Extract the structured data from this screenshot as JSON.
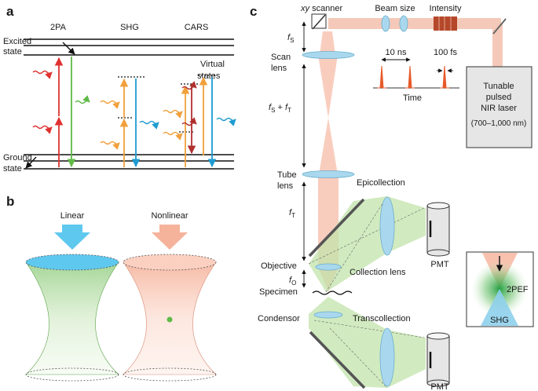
{
  "panels": {
    "a": "a",
    "b": "b",
    "c": "c"
  },
  "panel_a": {
    "modes": [
      "2PA",
      "SHG",
      "CARS"
    ],
    "excited_state": [
      "Excited",
      "state"
    ],
    "ground_state": [
      "Ground",
      "state"
    ],
    "virtual_states": [
      "Virtual",
      "states"
    ]
  },
  "panel_b": {
    "linear": "Linear",
    "nonlinear": "Nonlinear"
  },
  "panel_c": {
    "xy": "xy",
    "scanner": "scanner",
    "beam_size": "Beam size",
    "intensity": "Intensity",
    "fs_sub": "S",
    "scan_lens": [
      "Scan",
      "lens"
    ],
    "pulse_spacing": "10 ns",
    "pulse_width": "100 fs",
    "time": "Time",
    "laser": [
      "Tunable",
      "pulsed",
      "NIR laser",
      "(700–1,000 nm)"
    ],
    "fsft_s": "S",
    "fsft_t": "T",
    "tube_lens": [
      "Tube",
      "lens"
    ],
    "epicollection": "Epicollection",
    "ft_sub": "T",
    "pmt_top": "PMT",
    "objective": "Objective",
    "fo_sub": "O",
    "collection_lens": "Collection lens",
    "specimen": "Specimen",
    "condensor": "Condensor",
    "transcollection": "Transcollection",
    "pmt_bottom": "PMT",
    "inset_2pef": "2PEF",
    "inset_shg": "SHG"
  },
  "colors": {
    "red": "#e03131",
    "green": "#5fba47",
    "orange": "#f2a03d",
    "blue": "#1e9bd1",
    "pink_beam": "#f4b9a6",
    "green_beam": "#b9e0a4",
    "lens": "#a9d8ee",
    "cyan_arrow": "#5fc8ef",
    "salmon_arrow": "#f6b39b"
  }
}
